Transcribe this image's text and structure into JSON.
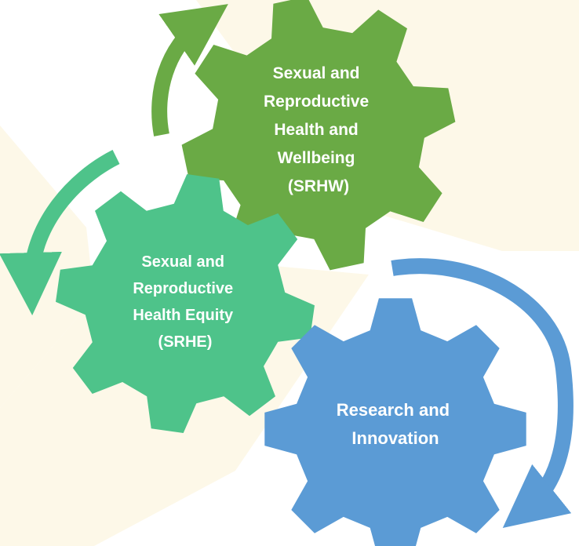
{
  "diagram": {
    "gears": [
      {
        "id": "srhw",
        "lines": [
          "Sexual and",
          "Reproductive",
          "Health and",
          "Wellbeing",
          "(SRHW)"
        ],
        "color": "#6aaa45"
      },
      {
        "id": "srhe",
        "lines": [
          "Sexual and",
          "Reproductive",
          "Health Equity",
          "(SRHE)"
        ],
        "color": "#4ec38a"
      },
      {
        "id": "research",
        "lines": [
          "Research and",
          "Innovation"
        ],
        "color": "#5b9bd5"
      }
    ],
    "background_color": "#fdf8e8"
  }
}
